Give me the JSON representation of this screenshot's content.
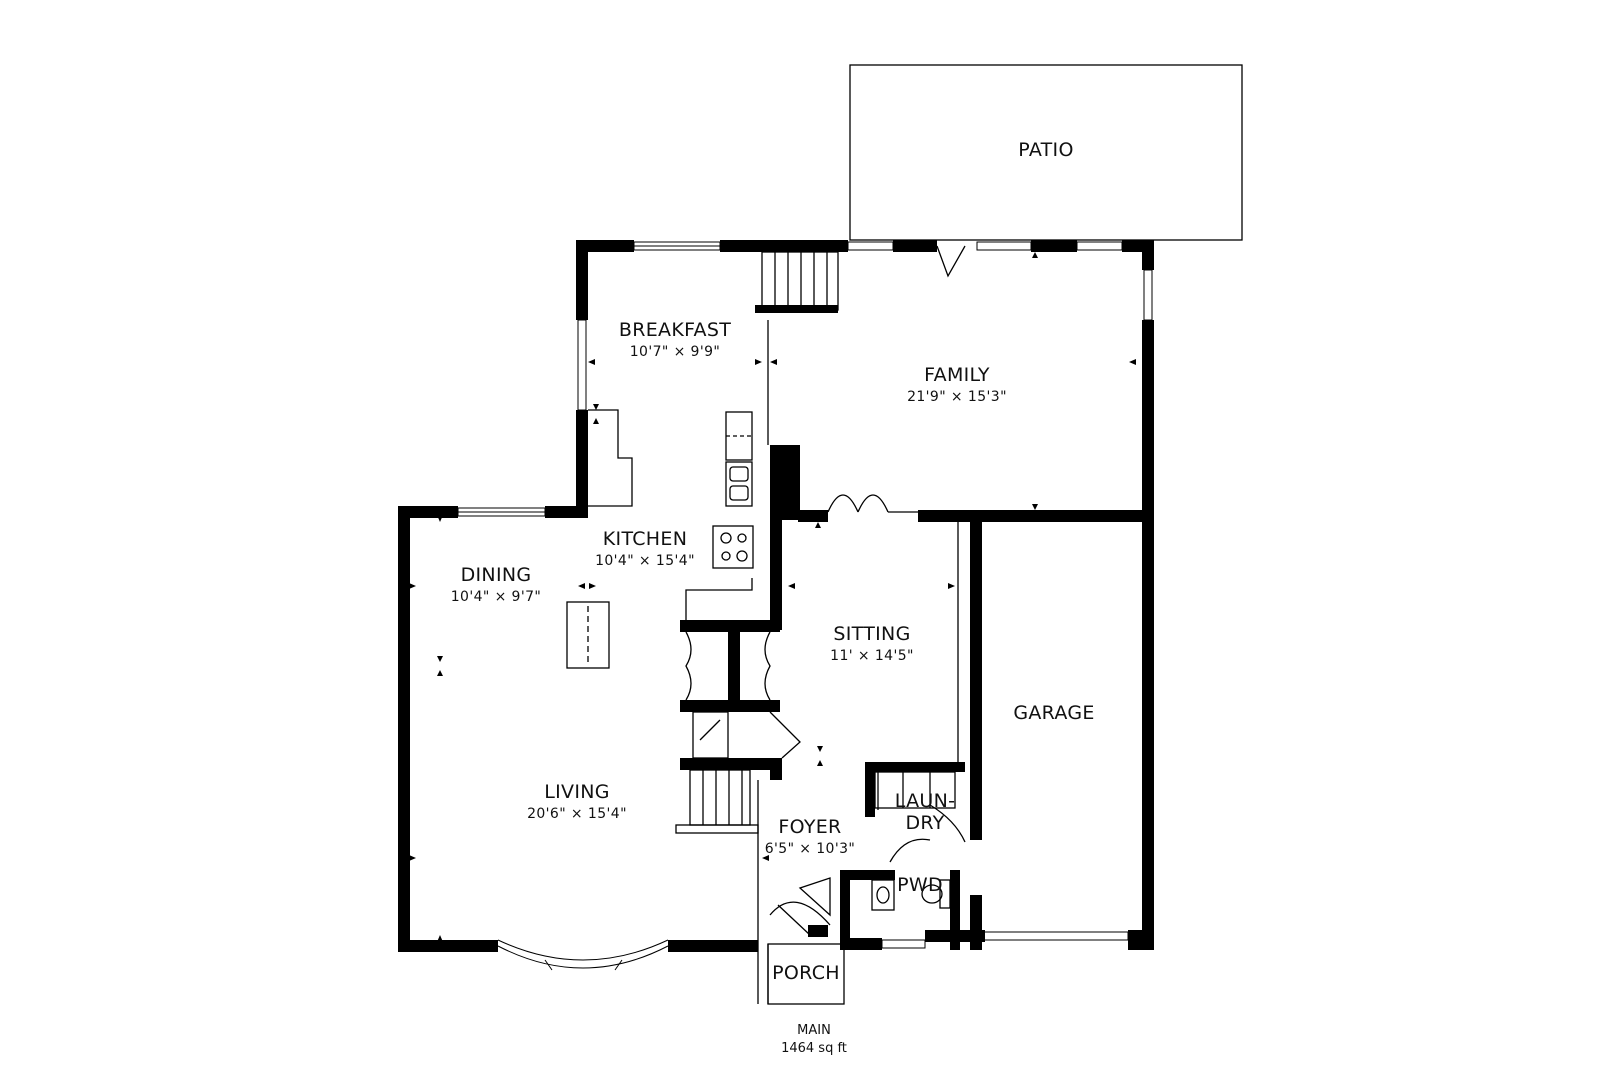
{
  "rooms": {
    "patio": {
      "name": "PATIO"
    },
    "breakfast": {
      "name": "BREAKFAST",
      "dims": "10'7\" × 9'9\""
    },
    "family": {
      "name": "FAMILY",
      "dims": "21'9\" × 15'3\""
    },
    "kitchen": {
      "name": "KITCHEN",
      "dims": "10'4\" × 15'4\""
    },
    "dining": {
      "name": "DINING",
      "dims": "10'4\" × 9'7\""
    },
    "sitting": {
      "name": "SITTING",
      "dims": "11' × 14'5\""
    },
    "garage": {
      "name": "GARAGE"
    },
    "laundry": {
      "name_line1": "LAUN-",
      "name_line2": "DRY"
    },
    "living": {
      "name": "LIVING",
      "dims": "20'6\" × 15'4\""
    },
    "foyer": {
      "name": "FOYER",
      "dims": "6'5\" × 10'3\""
    },
    "powder": {
      "name": "PWD"
    },
    "porch": {
      "name": "PORCH"
    }
  },
  "floor": {
    "name": "MAIN",
    "area": "1464 sq ft"
  },
  "colors": {
    "wall": "#000000",
    "background": "#ffffff"
  }
}
